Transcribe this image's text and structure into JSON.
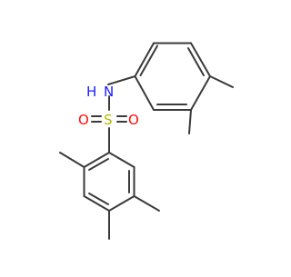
{
  "molecule": {
    "atom_labels": {
      "amine": "N",
      "amine_hydrogen": "H",
      "sulfur": "S",
      "oxygen_left": "O",
      "oxygen_right": "O"
    },
    "colors": {
      "bond": "#3a3a3a",
      "nitrogen": "#1a1aff",
      "sulfur": "#b8b800",
      "oxygen": "#ff0d0d",
      "background": "#ffffff"
    }
  }
}
